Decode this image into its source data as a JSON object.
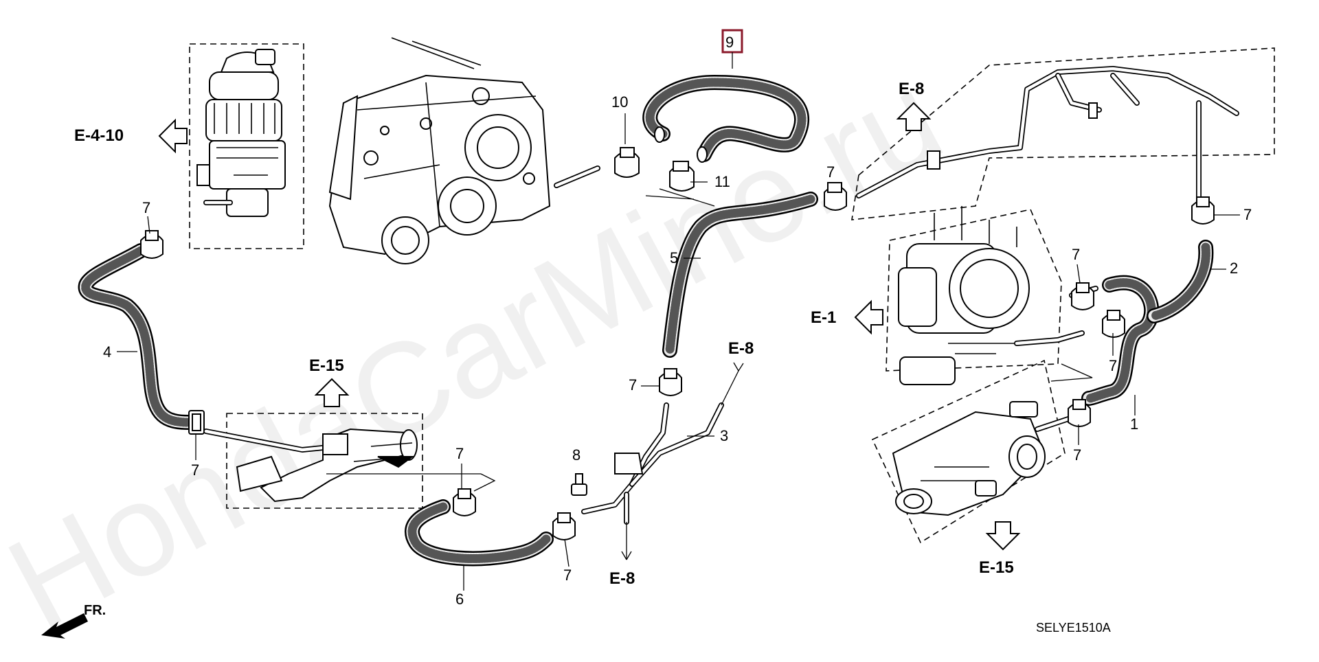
{
  "diagram": {
    "catalog_code": "SELYE1510A",
    "watermark": "HondaCarMine.ru",
    "front_indicator": "FR.",
    "highlighted_part": "9",
    "part_numbers": {
      "p1": "1",
      "p2": "2",
      "p3": "3",
      "p4": "4",
      "p5": "5",
      "p6": "6",
      "p8": "8",
      "p9": "9",
      "p10": "10",
      "p11": "11",
      "clamp_a": "7",
      "clamp_b": "7",
      "clamp_c": "7",
      "clamp_d": "7",
      "clamp_e": "7",
      "clamp_f": "7",
      "clamp_g": "7",
      "clamp_h": "7",
      "clamp_i": "7",
      "clamp_j": "7"
    },
    "references": {
      "egr_valve": "E-4-10",
      "top_right": "E-8",
      "throttle_body": "E-1",
      "bottom_right": "E-15",
      "center_left": "E-15",
      "center_up": "E-8",
      "center_down": "E-8"
    },
    "colors": {
      "highlight_box": "#8b1a2b",
      "line": "#000000",
      "hose_fill": "#ececec"
    }
  }
}
